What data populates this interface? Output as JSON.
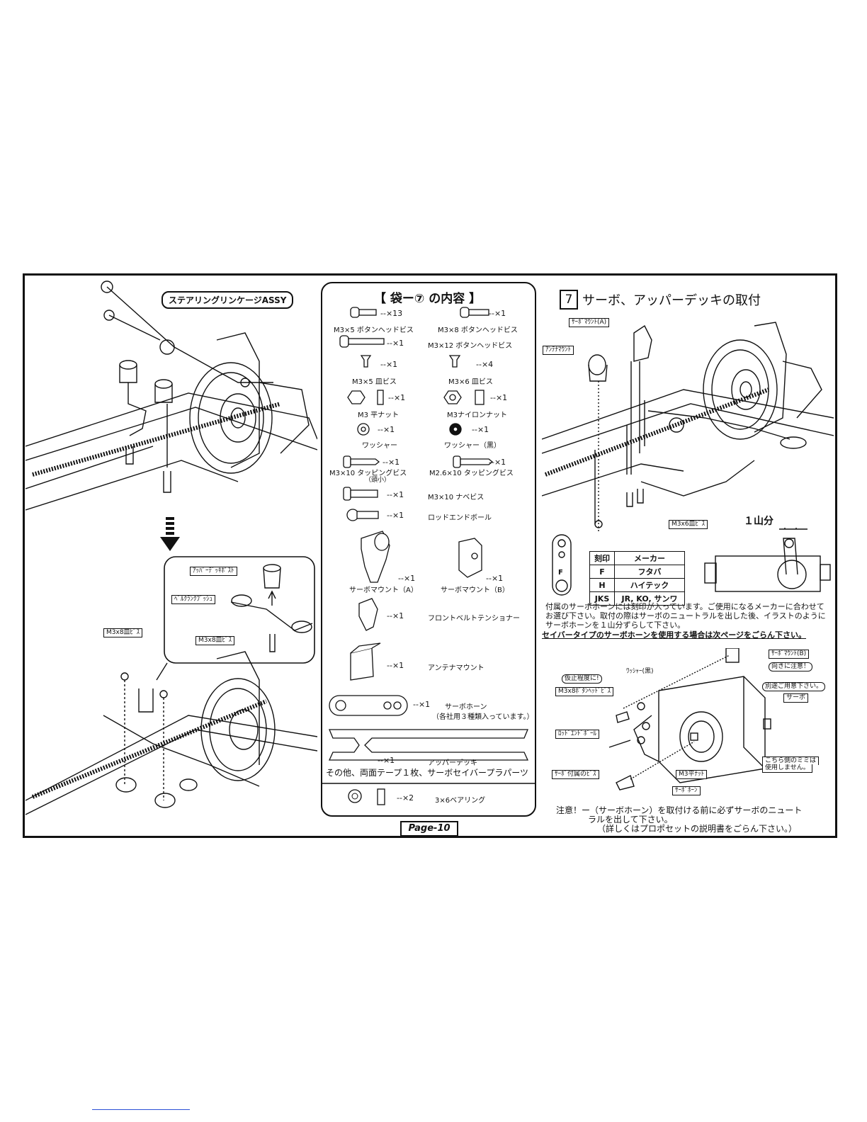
{
  "page_label": "Page-10",
  "left_panel": {
    "steering_label": "ステアリングリンケージASSY",
    "upper_deck_post": "ｱｯﾊﾟｰﾃﾞｯｷﾎﾟｽﾄ",
    "bellcrank_bush": "ﾍﾞﾙｸﾗﾝｸﾌﾞｯｼｭ",
    "screw_a": "M3x8皿ﾋﾞｽ",
    "screw_b": "M3x8皿ﾋﾞｽ"
  },
  "parts_list": {
    "title": "【 袋ー⑦ の内容 】",
    "items": [
      {
        "name": "M3×5 ボタンヘッドビス",
        "qty": "--×13"
      },
      {
        "name": "M3×8 ボタンヘッドビス",
        "qty": "--×1"
      },
      {
        "name": "M3×12 ボタンヘッドビス",
        "qty": "--×1"
      },
      {
        "name": "M3×5 皿ビス",
        "qty": "--×1"
      },
      {
        "name": "M3×6 皿ビス",
        "qty": "--×4"
      },
      {
        "name": "M3 平ナット",
        "qty": "--×1"
      },
      {
        "name": "M3ナイロンナット",
        "qty": "--×1"
      },
      {
        "name": "ワッシャー",
        "qty": "--×1"
      },
      {
        "name": "ワッシャー（黒）",
        "qty": "--×1"
      },
      {
        "name": "M3×10 タッピングビス",
        "sub": "（頭小）",
        "qty": "--×1"
      },
      {
        "name": "M2.6×10 タッピングビス",
        "qty": "--×1"
      },
      {
        "name": "M3×10 ナベビス",
        "qty": "--×1"
      },
      {
        "name": "ロッドエンドボール",
        "qty": "--×1"
      },
      {
        "name": "サーボマウント（A）",
        "qty": "--×1"
      },
      {
        "name": "サーボマウント（B）",
        "qty": "--×1"
      },
      {
        "name": "フロントベルトテンショナー",
        "qty": "--×1"
      },
      {
        "name": "アンテナマウント",
        "qty": "--×1"
      },
      {
        "name": "サーボホーン",
        "sub": "（各社用３種類入っています。）",
        "qty": "--×1"
      },
      {
        "name": "アッパーデッキ",
        "qty": "--×1"
      }
    ],
    "others": "その他、両面テープ１枚、サーボセイバープラパーツ",
    "bearing": {
      "name": "3×6ベアリング",
      "qty": "--×2"
    }
  },
  "right_panel": {
    "step_number": "7",
    "step_title": "サーボ、アッパーデッキの取付",
    "servo_mount_a": "ｻｰﾎﾞﾏｳﾝﾄ(A)",
    "antenna_mount": "ｱﾝﾃﾅﾏｳﾝﾄ",
    "m3x6": "M3x6皿ﾋﾞｽ",
    "one_tooth": "１山分",
    "horn_mark": "F",
    "maker_table": {
      "headers": [
        "刻印",
        "メーカー"
      ],
      "rows": [
        [
          "F",
          "フタバ"
        ],
        [
          "H",
          "ハイテック"
        ],
        [
          "JKS",
          "JR, KO, サンワ"
        ]
      ]
    },
    "note_lines": [
      "付属のサーボホーンには刻印が入っています。ご使用になるメーカーに合わせて",
      "お選び下さい。取付の際はサーボのニュートラルを出した後、イラストのように",
      "サーボホーンを１山分ずらして下さい。"
    ],
    "saver_note": "セイバータイプのサーボホーンを使用する場合は次ページをごらん下さい。",
    "lower": {
      "servo_mount_b": "ｻｰﾎﾞﾏｳﾝﾄ(B)",
      "orientation": "向きに注意！",
      "washer_black": "ﾜｯｼｬｰ(黒)",
      "temp_fix": "仮止程度に!",
      "m3x8_button": "M3x8ﾎﾞﾀﾝﾍｯﾄﾞﾋﾞｽ",
      "separate": "別途ご用意下さい。",
      "servo": "サーボ",
      "rod_end_ball": "ﾛｯﾄﾞｴﾝﾄﾞﾎﾞｰﾙ",
      "servo_screw": "ｻｰﾎﾞ付属のﾋﾞｽ",
      "m3_nut": "M3平ﾅｯﾄ",
      "servo_horn": "ｻｰﾎﾞﾎｰﾝ",
      "ear_note_1": "こちら側のミミは",
      "ear_note_2": "使用しません。"
    },
    "caution_lines": [
      "注意！ー（サーボホーン）を取付ける前に必ずサーボのニュート",
      "ラルを出して下さい。",
      "（詳しくはプロポセットの説明書をごらん下さい。）"
    ]
  }
}
